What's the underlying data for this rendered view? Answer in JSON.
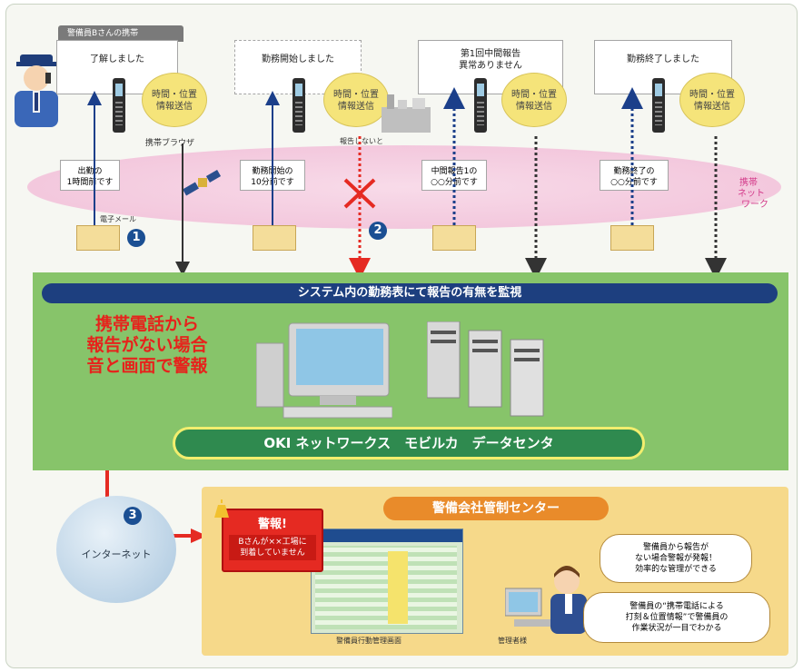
{
  "guard_phone_tag": "警備員Bさんの携帯",
  "columns": [
    {
      "message": "了解しました",
      "info": [
        "時間・位置",
        "情報送信"
      ],
      "notice": [
        "出勤の",
        "1時間前です"
      ]
    },
    {
      "message": "勤務開始しました",
      "info": [
        "時間・位置",
        "情報送信"
      ],
      "notice": [
        "勤務開始の",
        "10分前です"
      ]
    },
    {
      "message": [
        "第1回中間報告",
        "異常ありません"
      ],
      "info": [
        "時間・位置",
        "情報送信"
      ],
      "notice": [
        "中間報告1の",
        "○○分前です"
      ]
    },
    {
      "message": "勤務終了しました",
      "info": [
        "時間・位置",
        "情報送信"
      ],
      "notice": [
        "勤務終了の",
        "○○分前です"
      ]
    }
  ],
  "mobile_browser_label": "携帯ブラウザ",
  "no_report_label": "報告しないと",
  "email_label": "電子メール",
  "network_label": [
    "携帯",
    "ネット",
    "ワーク"
  ],
  "step_numbers": [
    "1",
    "2",
    "3"
  ],
  "monitor_banner": "システム内の勤務表にて報告の有無を監視",
  "alarm_text": [
    "携帯電話から",
    "報告がない場合",
    "音と画面で警報"
  ],
  "datacenter_label": "OKI ネットワークス　モビルカ　データセンタ",
  "internet_label": "インターネット",
  "control_center_title": "警備会社管制センター",
  "alarm_popup": {
    "title": "警報!",
    "body": [
      "Bさんが××工場に",
      "到着していません"
    ]
  },
  "screen_caption": "警備員行動管理画面",
  "manager_label": "管理者様",
  "speech1": [
    "警備員から報告が",
    "ない場合警報が発報！",
    "効率的な管理ができる"
  ],
  "speech2": [
    "警備員の“携帯電話による",
    "打刻＆位置情報”で警備員の",
    "作業状況が一目でわかる"
  ],
  "colors": {
    "green_panel": "#87c46a",
    "banner": "#1d3f7f",
    "alarm": "#e6231c",
    "orange_panel": "#f6d98a",
    "network": "#f3c8dd"
  }
}
